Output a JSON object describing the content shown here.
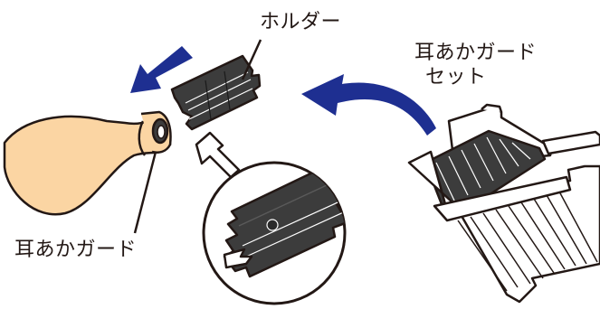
{
  "labels": {
    "holder": "ホルダー",
    "set_line1": "耳あかガード",
    "set_line2": "セット",
    "ear_guard": "耳あかガード"
  },
  "colors": {
    "arrow_blue": "#1e2f91",
    "device_body": "#fbd5a3",
    "outline": "#231815",
    "holder_dark": "#3c3c3c",
    "background": "#ffffff"
  },
  "icons": [
    "hearing-aid-icon",
    "holder-icon",
    "ear-guard-set-box-icon",
    "magnified-holder-icon"
  ]
}
